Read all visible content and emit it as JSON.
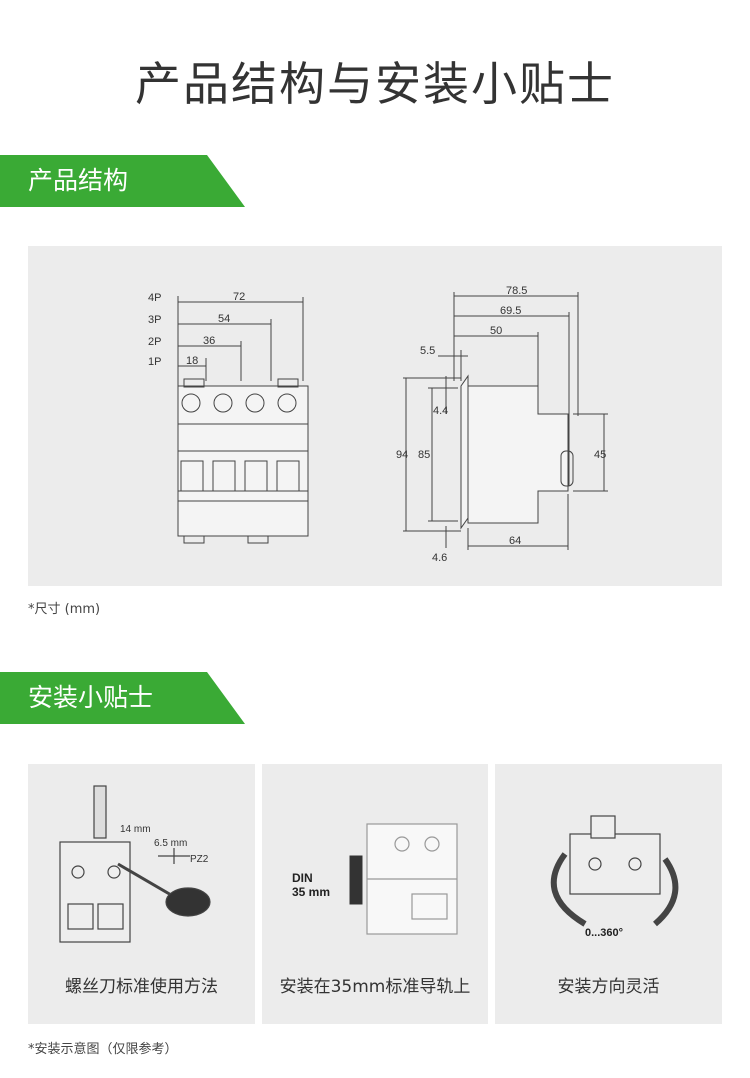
{
  "page_title": "产品结构与安装小贴士",
  "section1": {
    "label": "产品结构",
    "front": {
      "poles": [
        "4P",
        "3P",
        "2P",
        "1P"
      ],
      "widths": [
        "72",
        "54",
        "36",
        "18"
      ]
    },
    "side": {
      "d785": "78.5",
      "d695": "69.5",
      "d50": "50",
      "d55": "5.5",
      "d44": "4.4",
      "d94": "94",
      "d85": "85",
      "d45": "45",
      "d64": "64",
      "d46": "4.6"
    },
    "note": "*尺寸 (mm)"
  },
  "section2": {
    "label": "安装小贴士",
    "tips": [
      {
        "caption": "螺丝刀标准使用方法",
        "t1": "14 mm",
        "t2": "6.5 mm",
        "t3": "PZ2"
      },
      {
        "caption": "安装在35mm标准导轨上",
        "t1": "DIN",
        "t2": "35 mm"
      },
      {
        "caption": "安装方向灵活",
        "t1": "0...360°"
      }
    ],
    "note": "*安装示意图（仅限参考）"
  }
}
